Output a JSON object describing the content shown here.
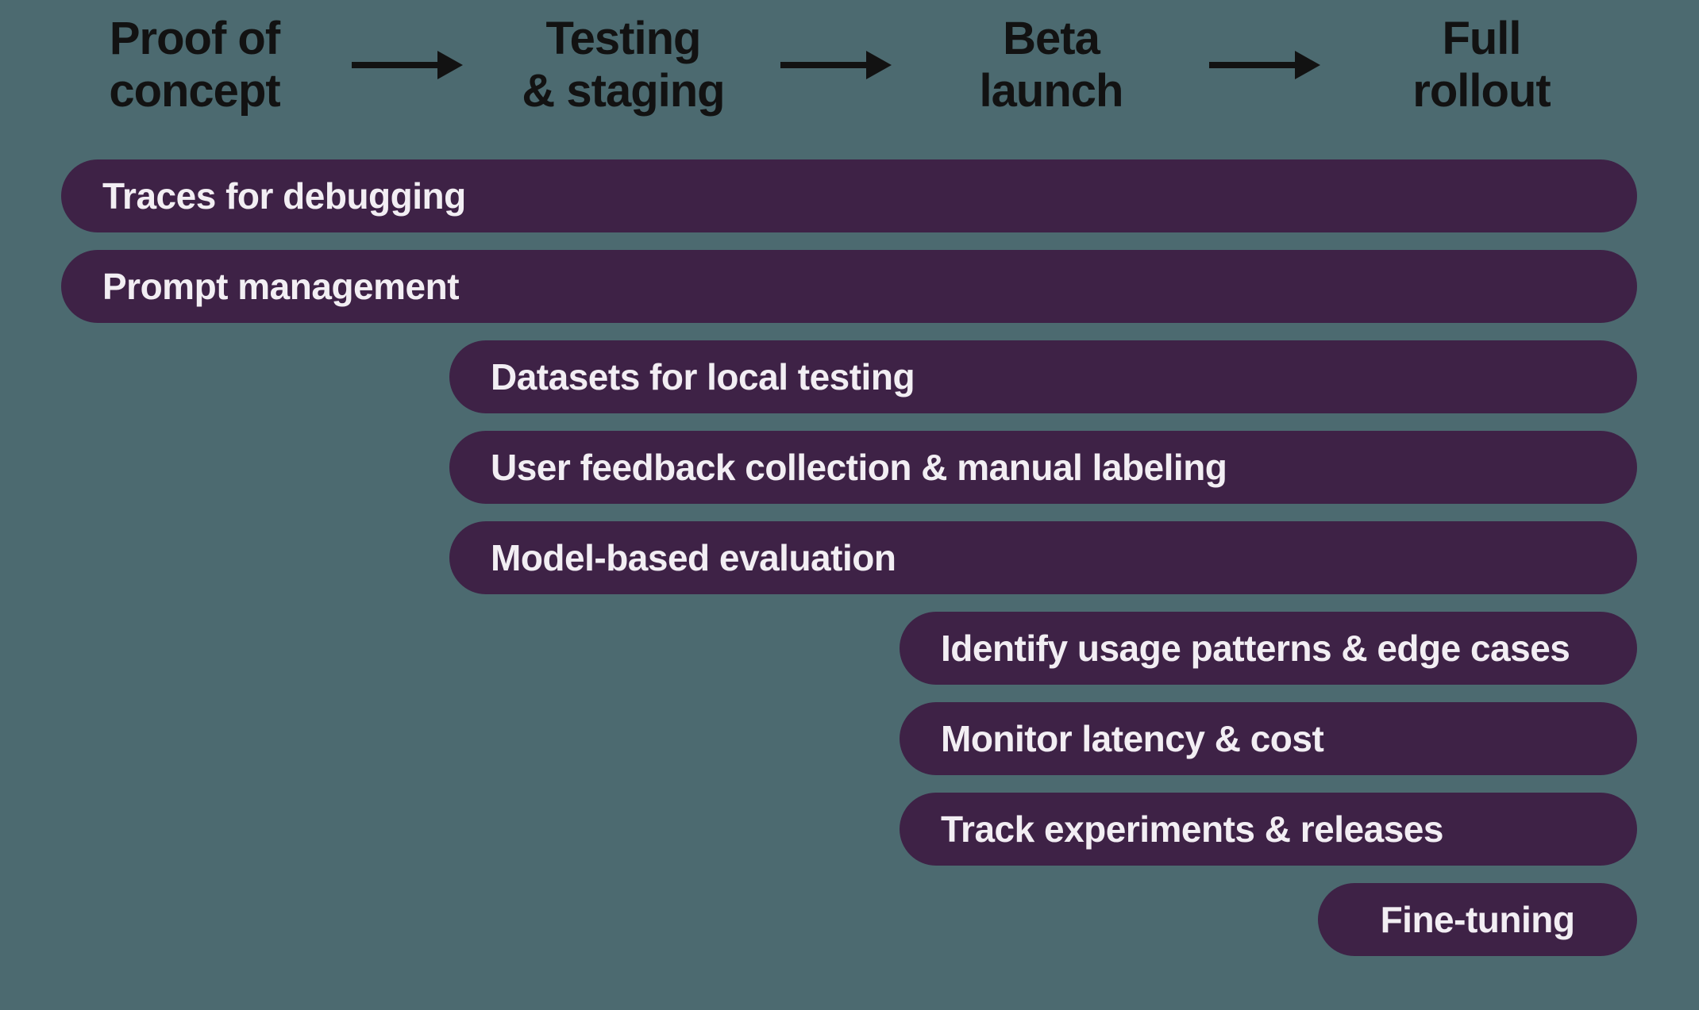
{
  "colors": {
    "background": "#4C6A70",
    "bar": "#3E2246",
    "bar_text": "#F2EEF3",
    "header_text": "#121212",
    "arrow": "#121212"
  },
  "icons": {
    "stage_arrow": "arrow-right"
  },
  "stages": [
    {
      "line1": "Proof of",
      "line2": "concept"
    },
    {
      "line1": "Testing",
      "line2": "& staging"
    },
    {
      "line1": "Beta",
      "line2": "launch"
    },
    {
      "line1": "Full",
      "line2": "rollout"
    }
  ],
  "bars": [
    {
      "label": "Traces for debugging",
      "start_stage": "Proof of concept",
      "end_stage": "Full rollout"
    },
    {
      "label": "Prompt management",
      "start_stage": "Proof of concept",
      "end_stage": "Full rollout"
    },
    {
      "label": "Datasets for local testing",
      "start_stage": "Testing & staging",
      "end_stage": "Full rollout"
    },
    {
      "label": "User feedback collection & manual labeling",
      "start_stage": "Testing & staging",
      "end_stage": "Full rollout"
    },
    {
      "label": "Model-based evaluation",
      "start_stage": "Testing & staging",
      "end_stage": "Full rollout"
    },
    {
      "label": "Identify usage patterns & edge cases",
      "start_stage": "Beta launch",
      "end_stage": "Full rollout"
    },
    {
      "label": "Monitor latency & cost",
      "start_stage": "Beta launch",
      "end_stage": "Full rollout"
    },
    {
      "label": "Track experiments & releases",
      "start_stage": "Beta launch",
      "end_stage": "Full rollout"
    },
    {
      "label": "Fine-tuning",
      "start_stage": "Full rollout",
      "end_stage": "Full rollout"
    }
  ]
}
